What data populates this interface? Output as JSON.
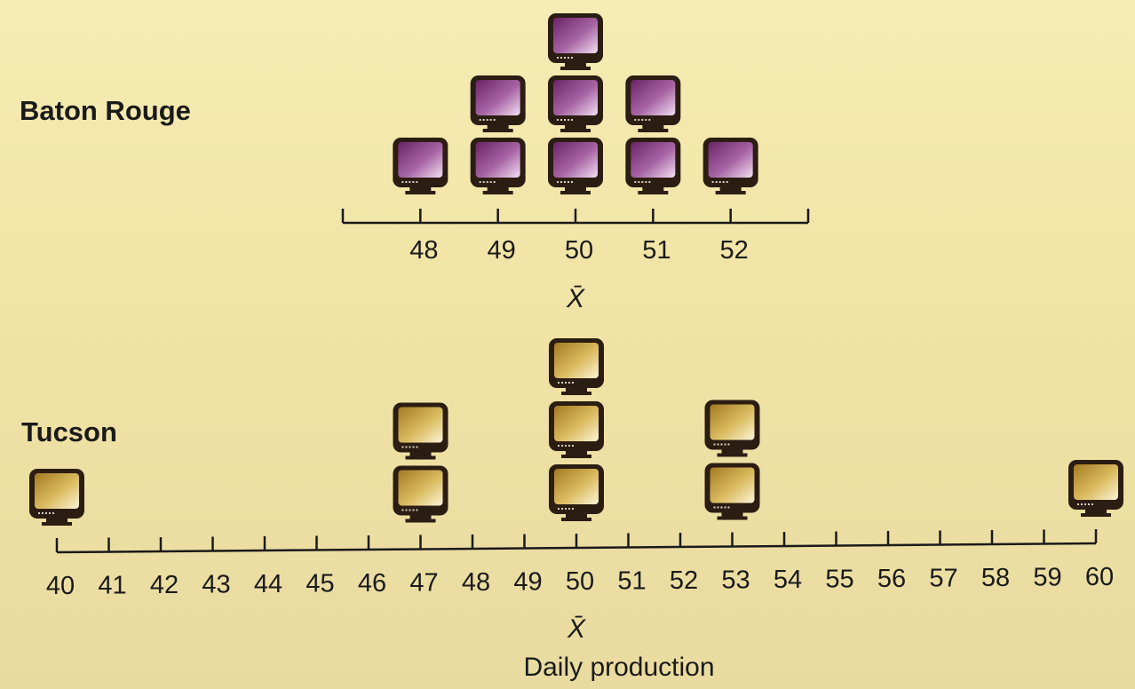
{
  "chart_data": [
    {
      "type": "dotplot",
      "title": "Baton Rouge",
      "marker_icon": "monitor-icon",
      "marker_color": "#8a3d86",
      "marker_color_light": "#e7c9ea",
      "x": [
        48,
        49,
        50,
        51,
        52
      ],
      "values": [
        1,
        2,
        3,
        2,
        1
      ],
      "xlim": [
        47,
        53
      ],
      "tick_labels": [
        "48",
        "49",
        "50",
        "51",
        "52"
      ],
      "mean_label": "X̄",
      "mean_at": 50
    },
    {
      "type": "dotplot",
      "title": "Tucson",
      "marker_icon": "monitor-icon",
      "marker_color": "#c9a23a",
      "marker_color_light": "#f6ecc4",
      "x": [
        40,
        47,
        50,
        53,
        60
      ],
      "values": [
        1,
        2,
        3,
        2,
        1
      ],
      "xlim": [
        40,
        60
      ],
      "tick_labels": [
        "40",
        "41",
        "42",
        "43",
        "44",
        "45",
        "46",
        "47",
        "48",
        "49",
        "50",
        "51",
        "52",
        "53",
        "54",
        "55",
        "56",
        "57",
        "58",
        "59",
        "60"
      ],
      "mean_label": "X̄",
      "mean_at": 50,
      "xlabel": "Daily production"
    }
  ]
}
